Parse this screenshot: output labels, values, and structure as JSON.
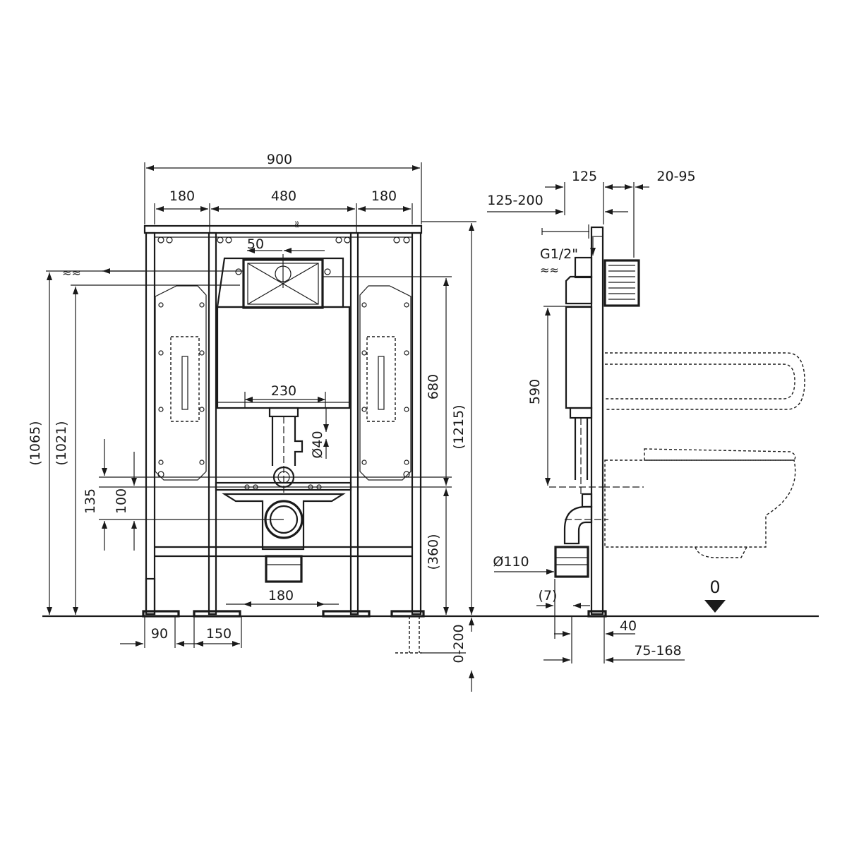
{
  "front_view": {
    "width_total": "900",
    "width_left": "180",
    "width_middle": "480",
    "width_right": "180",
    "offset_50": "50",
    "flush_230": "230",
    "pipe_d40": "Ø40",
    "height_1065": "(1065)",
    "height_1021": "(1021)",
    "height_135": "135",
    "height_100": "100",
    "height_680": "680",
    "height_1215": "(1215)",
    "height_360": "(360)",
    "bottom_180": "180",
    "foot_90": "90",
    "foot_150": "150",
    "adjust_0_200": "0-200"
  },
  "side_view": {
    "depth_125": "125",
    "depth_20_95": "20-95",
    "depth_125_200": "125-200",
    "thread_g12": "G1/2\"",
    "height_590": "590",
    "pipe_d110": "Ø110",
    "offset_7": "(7)",
    "offset_40": "40",
    "offset_75_168": "75-168",
    "floor_zero": "0"
  }
}
